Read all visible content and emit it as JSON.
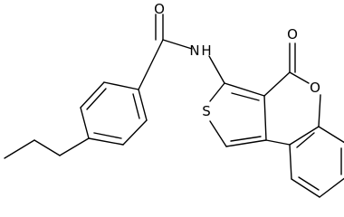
{
  "molecule": {
    "atoms": [
      {
        "id": "O1",
        "label": "O"
      },
      {
        "id": "N1",
        "label": "N"
      },
      {
        "id": "H1",
        "label": "H"
      },
      {
        "id": "O2",
        "label": "O"
      },
      {
        "id": "S1",
        "label": "S"
      },
      {
        "id": "O3",
        "label": "O"
      }
    ]
  }
}
